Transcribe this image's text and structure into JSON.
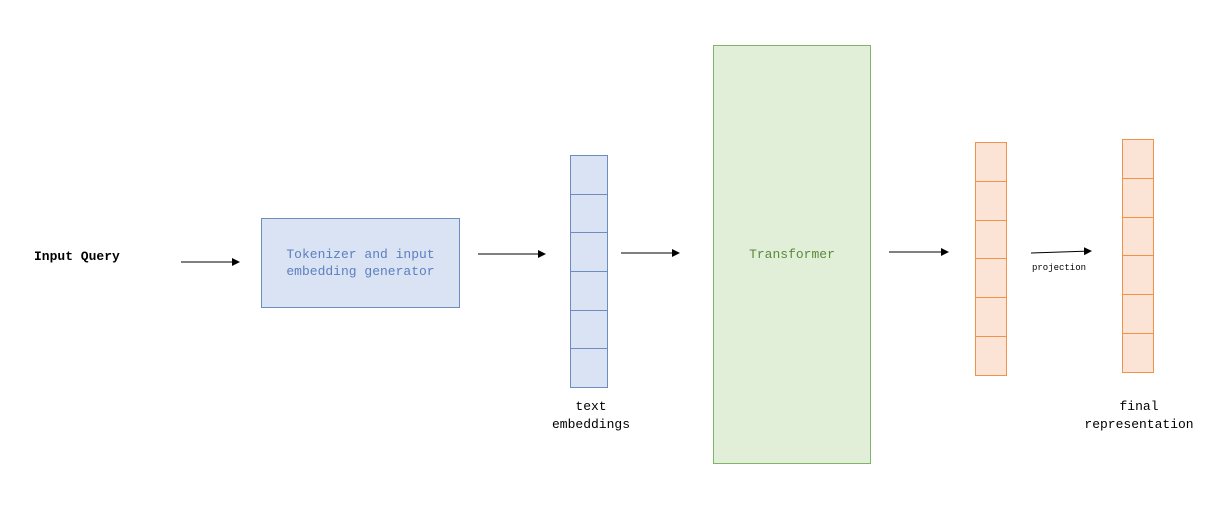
{
  "input_query": "Input Query",
  "tokenizer_box": {
    "line1": "Tokenizer and input",
    "line2": "embedding generator"
  },
  "text_embeddings": {
    "line1": "text",
    "line2": "embeddings",
    "cells": 6
  },
  "transformer": "Transformer",
  "transformer_output": {
    "cells": 6
  },
  "projection_label": "projection",
  "final_representation": {
    "line1": "final",
    "line2": "representation",
    "cells": 6
  },
  "colors": {
    "blue_fill": "#dae3f3",
    "blue_stroke": "#6c8ebf",
    "green_fill": "#e1efd8",
    "green_stroke": "#82b366",
    "orange_fill": "#fbe3d6",
    "orange_stroke": "#f0924a"
  }
}
